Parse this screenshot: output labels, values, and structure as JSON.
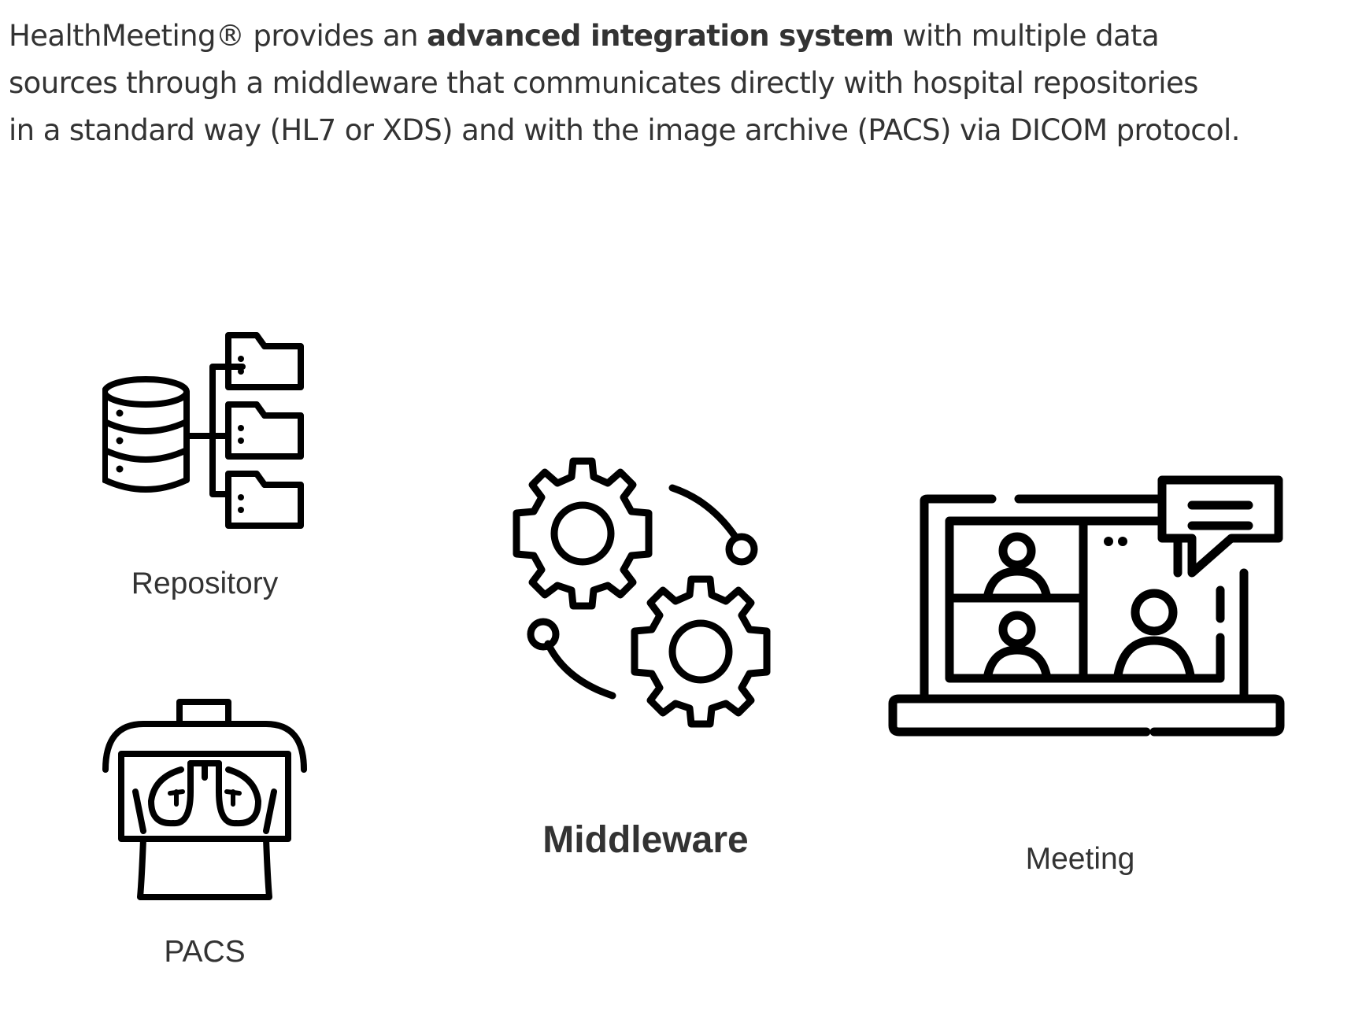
{
  "intro": {
    "line1_a": "HealthMeeting® provides an ",
    "line1_bold": "advanced integration system",
    "line1_b": " with multiple data",
    "line2": "sources through a middleware that communicates directly with hospital repositories",
    "line3": "in a standard way (HL7 or XDS) and with the image archive (PACS) via DICOM protocol."
  },
  "diagram": {
    "repository": {
      "label": "Repository",
      "icon": "database-folders-icon"
    },
    "pacs": {
      "label": "PACS",
      "icon": "xray-lungs-icon"
    },
    "middleware": {
      "label": "Middleware",
      "icon": "gears-icon"
    },
    "meeting": {
      "label": "Meeting",
      "icon": "video-conference-laptop-icon"
    }
  },
  "colors": {
    "text": "#333333",
    "icon": "#000000",
    "background": "#ffffff"
  }
}
